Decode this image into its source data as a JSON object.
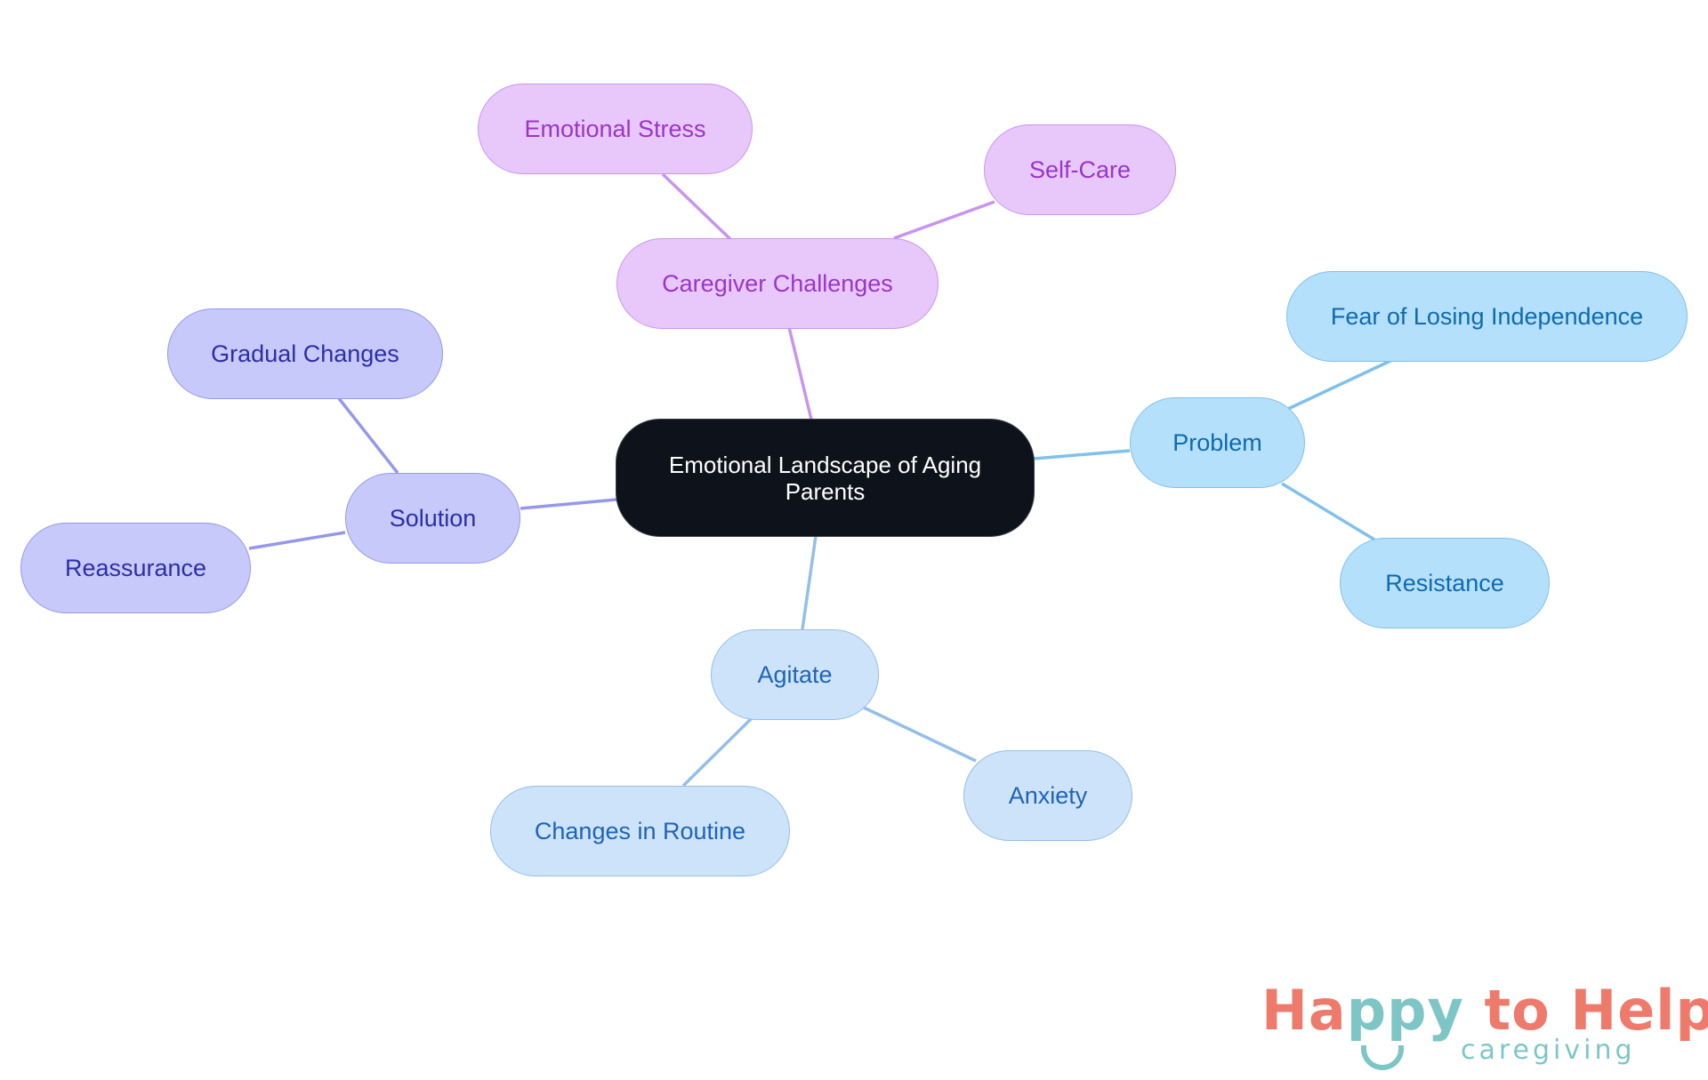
{
  "diagram": {
    "type": "mindmap",
    "root": {
      "id": "root",
      "label": "Emotional Landscape of Aging Parents",
      "label_line1": "Emotional Landscape of Aging",
      "label_line2": "Parents",
      "color": "#0e131b"
    },
    "branches": [
      {
        "id": "caregiver",
        "label": "Caregiver Challenges",
        "color": "#c994ef",
        "children": [
          {
            "id": "emotional-stress",
            "label": "Emotional Stress"
          },
          {
            "id": "self-care",
            "label": "Self-Care"
          }
        ]
      },
      {
        "id": "problem",
        "label": "Problem",
        "color": "#7fc0ec",
        "children": [
          {
            "id": "fear",
            "label": "Fear of Losing Independence"
          },
          {
            "id": "resistance",
            "label": "Resistance"
          }
        ]
      },
      {
        "id": "agitate",
        "label": "Agitate",
        "color": "#93bfe9",
        "children": [
          {
            "id": "changes-routine",
            "label": "Changes in Routine"
          },
          {
            "id": "anxiety",
            "label": "Anxiety"
          }
        ]
      },
      {
        "id": "solution",
        "label": "Solution",
        "color": "#9598ea",
        "children": [
          {
            "id": "gradual",
            "label": "Gradual Changes"
          },
          {
            "id": "reassurance",
            "label": "Reassurance"
          }
        ]
      }
    ]
  },
  "nodes": {
    "root_line1": "Emotional Landscape of Aging",
    "root_line2": "Parents",
    "caregiver": "Caregiver Challenges",
    "emotional_stress": "Emotional Stress",
    "self_care": "Self-Care",
    "problem": "Problem",
    "fear": "Fear of Losing Independence",
    "resistance": "Resistance",
    "agitate": "Agitate",
    "changes_routine": "Changes in Routine",
    "anxiety": "Anxiety",
    "solution": "Solution",
    "gradual": "Gradual Changes",
    "reassurance": "Reassurance"
  },
  "logo": {
    "word1_a": "Ha",
    "word1_b": "ppy",
    "word2": " to Help",
    "subtitle": "caregiving",
    "colors": {
      "coral": "#ee7a6c",
      "teal": "#7ec6c6"
    }
  }
}
